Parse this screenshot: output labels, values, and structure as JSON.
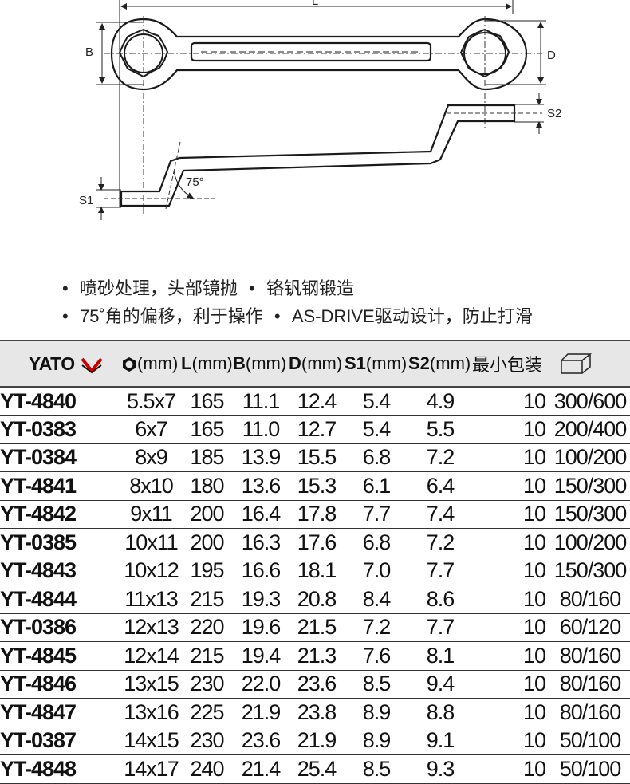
{
  "diagram": {
    "labels": {
      "L": "L",
      "B": "B",
      "D": "D",
      "S1": "S1",
      "S2": "S2",
      "angle": "75°"
    }
  },
  "features": [
    [
      "喷砂处理，头部镜抛",
      "铬钒钢锻造"
    ],
    [
      "75˚角的偏移，利于操作",
      "AS-DRIVE驱动设计，防止打滑"
    ]
  ],
  "table": {
    "header": {
      "brand": "YATO",
      "size_unit": "(mm)",
      "L": "L",
      "L_unit": "(mm)",
      "B": "B",
      "B_unit": "(mm)",
      "D": "D",
      "D_unit": "(mm)",
      "S1": "S1",
      "S1_unit": "(mm)",
      "S2": "S2",
      "S2_unit": "(mm)",
      "min_pack": "最小包装"
    },
    "rows": [
      {
        "code": "YT-4840",
        "size": "5.5x7",
        "L": "165",
        "B": "11.1",
        "D": "12.4",
        "S1": "5.4",
        "S2": "4.9",
        "min": "10",
        "box": "300/600"
      },
      {
        "code": "YT-0383",
        "size": "6x7",
        "L": "165",
        "B": "11.0",
        "D": "12.7",
        "S1": "5.4",
        "S2": "5.5",
        "min": "10",
        "box": "200/400"
      },
      {
        "code": "YT-0384",
        "size": "8x9",
        "L": "185",
        "B": "13.9",
        "D": "15.5",
        "S1": "6.8",
        "S2": "7.2",
        "min": "10",
        "box": "100/200"
      },
      {
        "code": "YT-4841",
        "size": "8x10",
        "L": "180",
        "B": "13.6",
        "D": "15.3",
        "S1": "6.1",
        "S2": "6.4",
        "min": "10",
        "box": "150/300"
      },
      {
        "code": "YT-4842",
        "size": "9x11",
        "L": "200",
        "B": "16.4",
        "D": "17.8",
        "S1": "7.7",
        "S2": "7.4",
        "min": "10",
        "box": "150/300"
      },
      {
        "code": "YT-0385",
        "size": "10x11",
        "L": "200",
        "B": "16.3",
        "D": "17.6",
        "S1": "6.8",
        "S2": "7.2",
        "min": "10",
        "box": "100/200"
      },
      {
        "code": "YT-4843",
        "size": "10x12",
        "L": "195",
        "B": "16.6",
        "D": "18.1",
        "S1": "7.0",
        "S2": "7.7",
        "min": "10",
        "box": "150/300"
      },
      {
        "code": "YT-4844",
        "size": "11x13",
        "L": "215",
        "B": "19.3",
        "D": "20.8",
        "S1": "8.4",
        "S2": "8.6",
        "min": "10",
        "box": "80/160"
      },
      {
        "code": "YT-0386",
        "size": "12x13",
        "L": "220",
        "B": "19.6",
        "D": "21.5",
        "S1": "7.2",
        "S2": "7.7",
        "min": "10",
        "box": "60/120"
      },
      {
        "code": "YT-4845",
        "size": "12x14",
        "L": "215",
        "B": "19.4",
        "D": "21.3",
        "S1": "7.6",
        "S2": "8.1",
        "min": "10",
        "box": "80/160"
      },
      {
        "code": "YT-4846",
        "size": "13x15",
        "L": "230",
        "B": "22.0",
        "D": "23.6",
        "S1": "8.5",
        "S2": "9.4",
        "min": "10",
        "box": "80/160"
      },
      {
        "code": "YT-4847",
        "size": "13x16",
        "L": "225",
        "B": "21.9",
        "D": "23.8",
        "S1": "8.9",
        "S2": "8.8",
        "min": "10",
        "box": "80/160"
      },
      {
        "code": "YT-0387",
        "size": "14x15",
        "L": "230",
        "B": "23.6",
        "D": "21.9",
        "S1": "8.9",
        "S2": "9.1",
        "min": "10",
        "box": "50/100"
      },
      {
        "code": "YT-4848",
        "size": "14x17",
        "L": "240",
        "B": "21.4",
        "D": "25.4",
        "S1": "8.5",
        "S2": "9.3",
        "min": "10",
        "box": "50/100"
      }
    ]
  }
}
